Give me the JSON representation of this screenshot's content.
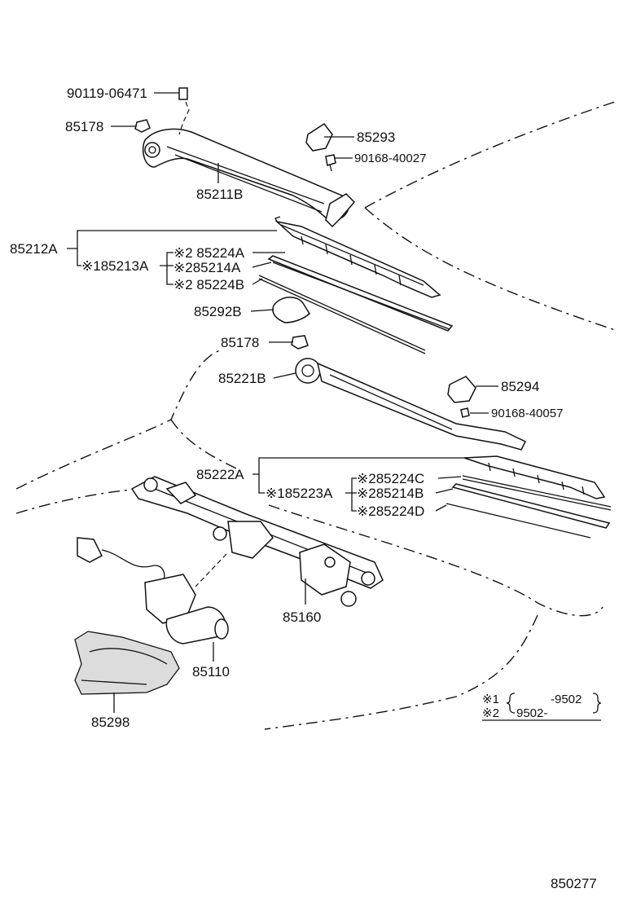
{
  "labels": {
    "bolt_90119": "90119-06471",
    "nut_85178_top": "85178",
    "cap_85293": "85293",
    "screw_90168_40027": "90168-40027",
    "arm_85211B": "85211B",
    "blade_85212A": "85212A",
    "blade_85213A": "※185213A",
    "rubber_85224A": "※2 85224A",
    "rubber_85214A": "※285214A",
    "rubber_85224B": "※2 85224B",
    "cap_85292B": "85292B",
    "nut_85178_mid": "85178",
    "arm_85221B": "85221B",
    "cap_85294": "85294",
    "screw_90168_40057": "90168-40057",
    "blade_85222A": "85222A",
    "blade_85223A": "※185223A",
    "rubber_85224C": "※285224C",
    "rubber_85214B": "※285214B",
    "rubber_85224D": "※285224D",
    "link_85160": "85160",
    "motor_85110": "85110",
    "cover_85298": "85298"
  },
  "legend": {
    "note1_mark": "※1",
    "note1_range": "-9502",
    "note2_mark": "※2",
    "note2_range": "9502-"
  },
  "diagram_code": "850277"
}
